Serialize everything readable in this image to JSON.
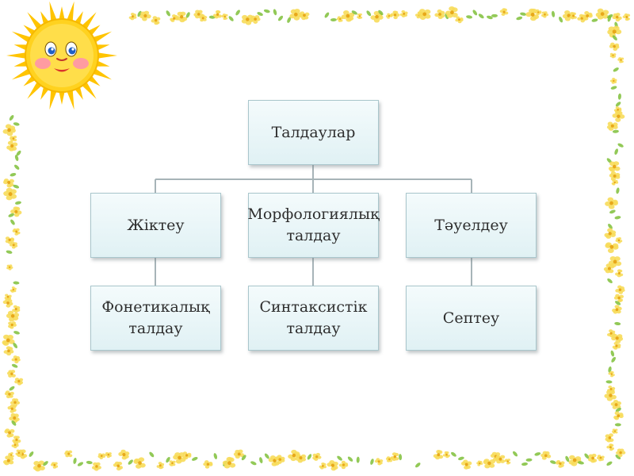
{
  "diagram": {
    "root": {
      "label": "Талдаулар"
    },
    "level2": [
      {
        "label": "Жіктеу"
      },
      {
        "label": "Морфологиялық\nталдау"
      },
      {
        "label": "Тәуелдеу"
      }
    ],
    "level3": [
      {
        "label": "Фонетикалық\nталдау"
      },
      {
        "label": "Синтаксистік\nталдау"
      },
      {
        "label": "Септеу"
      }
    ]
  },
  "colors": {
    "node_fill": "#e0f1f4",
    "node_border": "#a9c6cc",
    "connector": "#a7b4b8",
    "sun": "#ffd21f"
  },
  "decorations": {
    "border": "yellow-flower-vine-frame",
    "corner": "smiling-sun-icon"
  }
}
